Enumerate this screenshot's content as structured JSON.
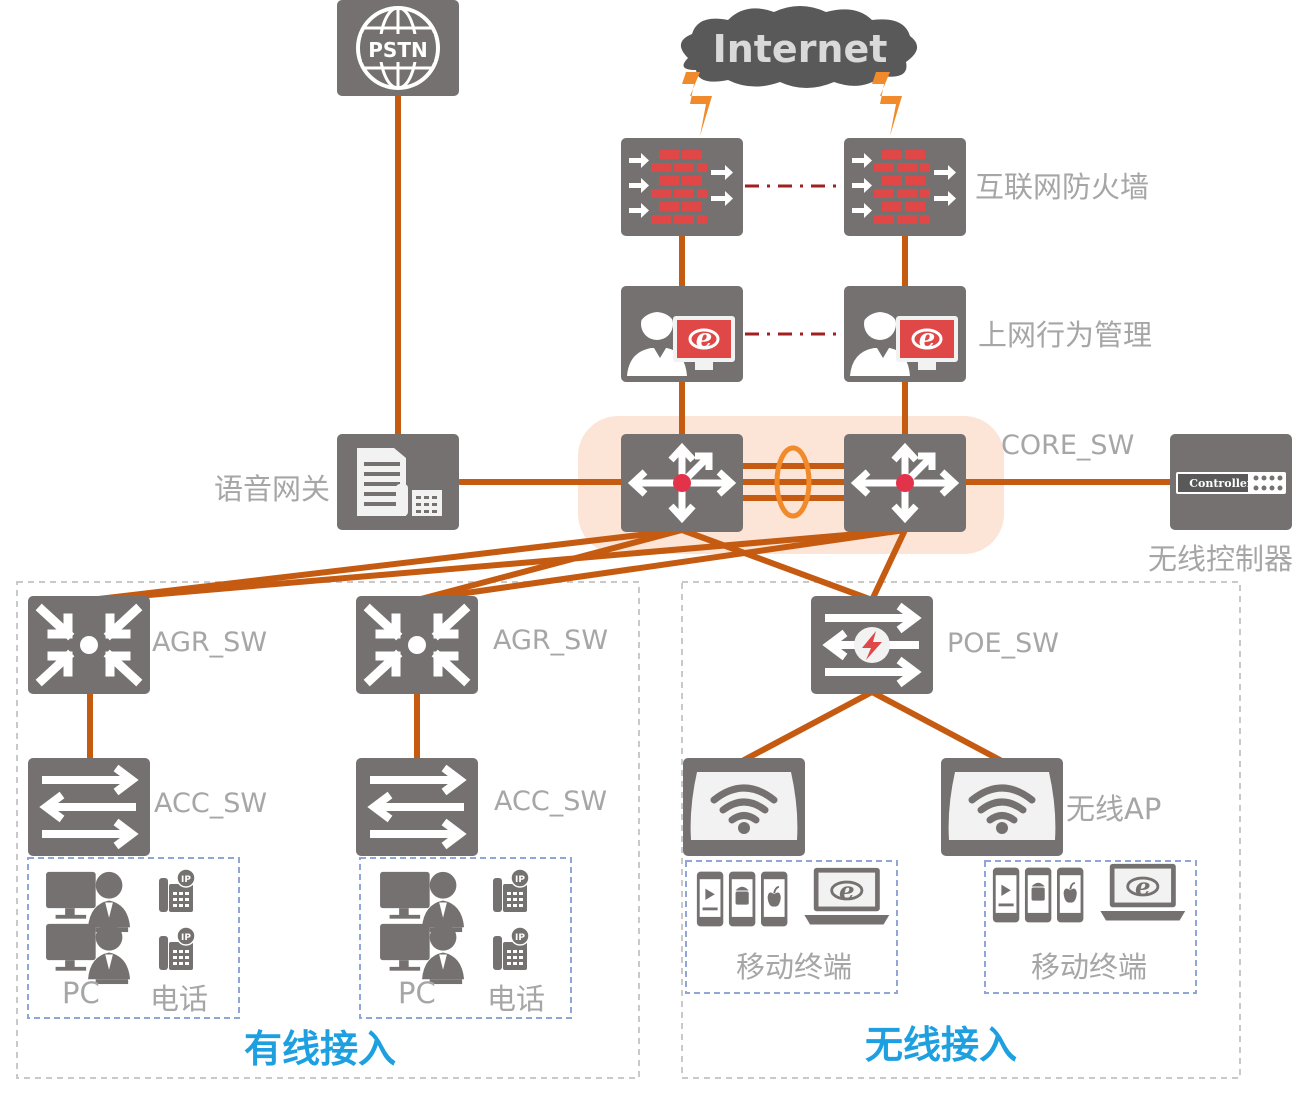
{
  "internet": {
    "label": "Internet"
  },
  "pstn": {
    "label": "PSTN"
  },
  "labels": {
    "firewall": "互联网防火墙",
    "behavior": "上网行为管理",
    "core": "CORE_SW",
    "voice_gw": "语音网关",
    "controller": "无线控制器",
    "controller_text": "Controller",
    "agr1": "AGR_SW",
    "agr2": "AGR_SW",
    "acc1": "ACC_SW",
    "acc2": "ACC_SW",
    "poe": "POE_SW",
    "ap": "无线AP",
    "pc1": "PC",
    "phone1": "电话",
    "pc2": "PC",
    "phone2": "电话",
    "mobile1": "移动终端",
    "mobile2": "移动终端",
    "ip_badge": "IP"
  },
  "zones": {
    "wired": "有线接入",
    "wireless": "无线接入"
  },
  "colors": {
    "link": "#c55a11",
    "device": "#767171",
    "highlight": "#fce4d6",
    "zone_text": "#1ea0e0",
    "firewall_brick": "#e04848",
    "lightning": "#f08a2a",
    "ha_link": "#a01f1f",
    "inner_box": "#8fa6d6"
  }
}
